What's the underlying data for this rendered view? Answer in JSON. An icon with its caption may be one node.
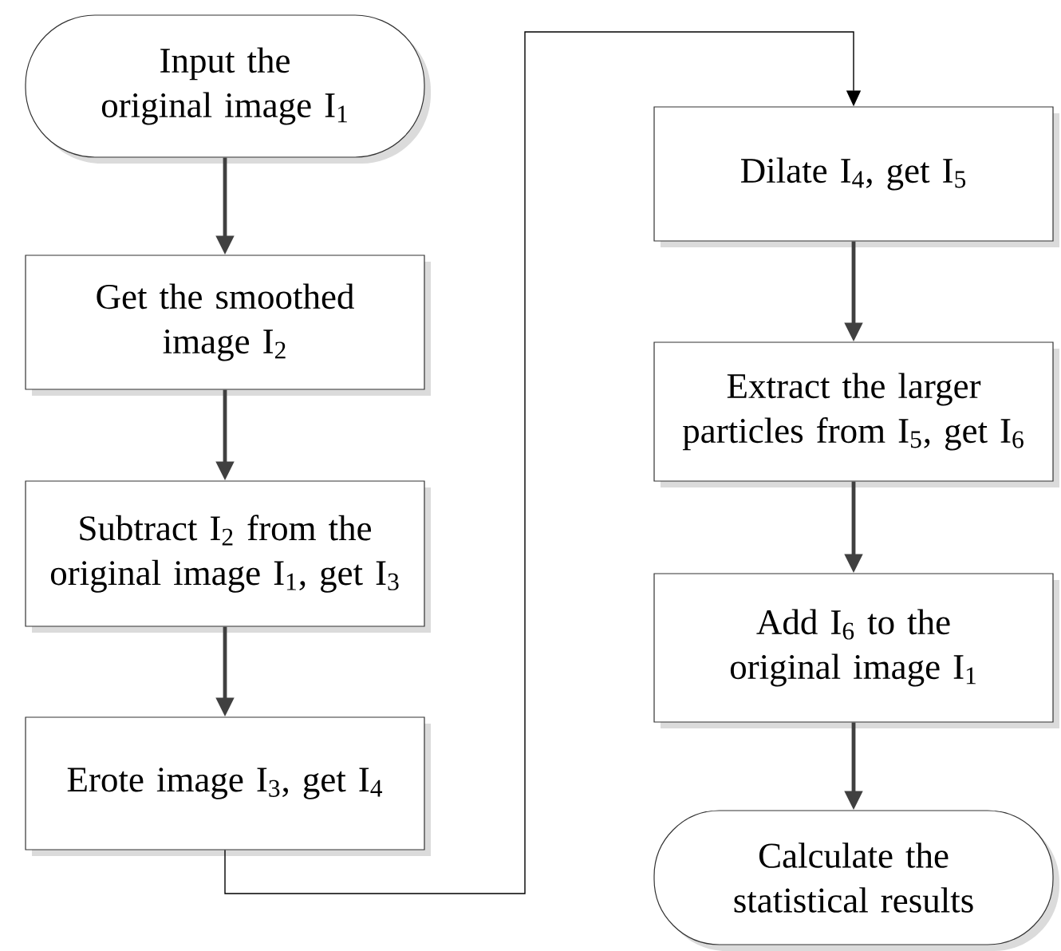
{
  "diagram": {
    "nodes": [
      {
        "text": [
          "Input the original image I$_{1}$"
        ]
      },
      {
        "text": [
          "Get the smoothed image I$_{2}$"
        ]
      },
      {
        "text": [
          "Subtract I$_{2}$ from the original image I$_{1}$, get I$_{3}$"
        ]
      },
      {
        "text": [
          "Erote image  I$_{3}$, get I$_{4}$"
        ]
      },
      {
        "text": [
          "Dilate I$_{4}$, get I$_{5}$"
        ]
      },
      {
        "text": [
          "Extract the larger particles from I$_{5}$, get I$_{6}$"
        ]
      },
      {
        "text": [
          "Add I$_{6}$ to the original image I$_{1}$"
        ]
      },
      {
        "text": [
          "Calculate the statistical results"
        ]
      }
    ],
    "edges": [
      {
        "from": 0,
        "to": 1,
        "arrow": "to"
      },
      {
        "from": 1,
        "to": 2,
        "arrow": "to"
      },
      {
        "from": 2,
        "to": 3,
        "arrow": "to"
      },
      {
        "from": 3,
        "to": 4,
        "arrow": "to",
        "color": "#000000"
      },
      {
        "from": 4,
        "to": 5,
        "arrow": "to"
      },
      {
        "from": 5,
        "to": 6,
        "arrow": "to"
      },
      {
        "from": 6,
        "to": 7,
        "arrow": "to"
      }
    ]
  }
}
